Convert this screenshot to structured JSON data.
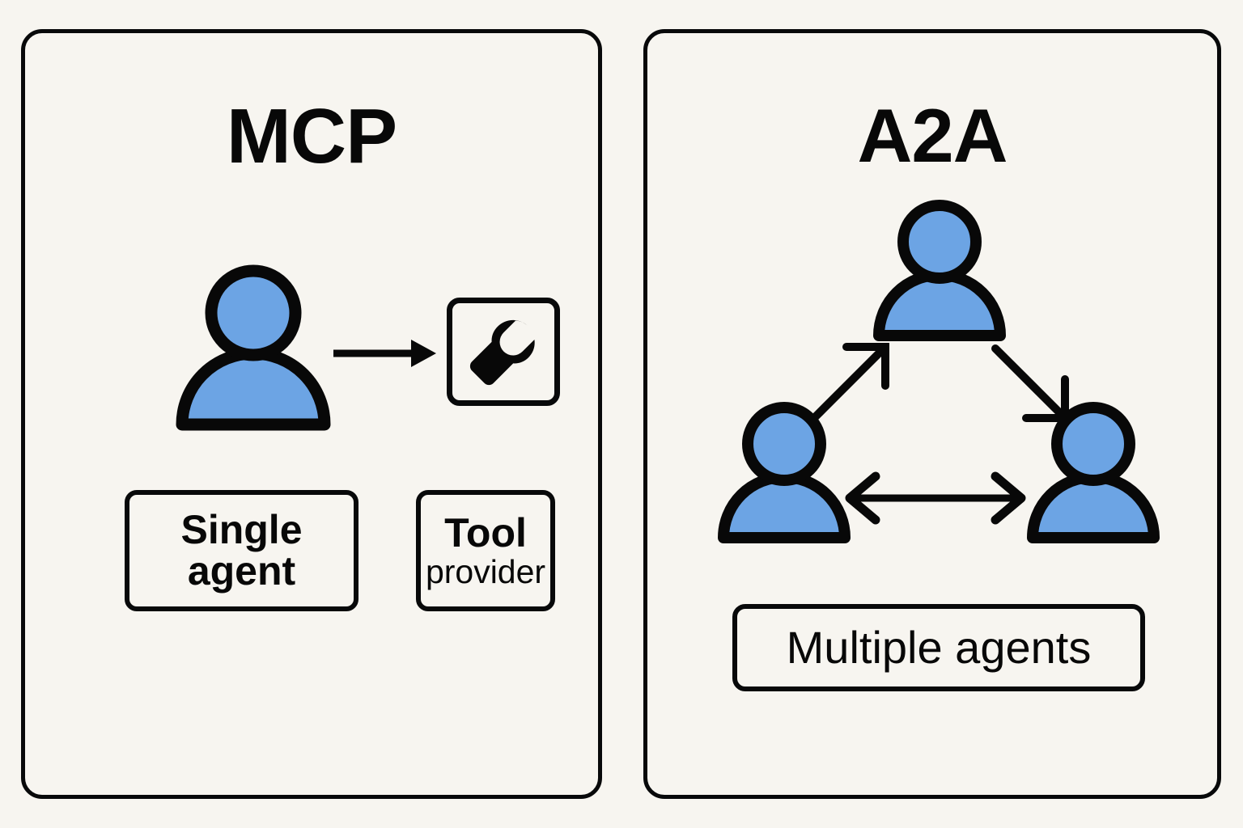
{
  "diagram": {
    "background_color": "#f7f5f0",
    "stroke_color": "#080808",
    "accent_color": "#6ca4e4",
    "panels": [
      {
        "id": "mcp",
        "title": "MCP",
        "agent_icon": "person-icon",
        "tool_icon": "wrench-icon",
        "arrow": "arrow-right-icon",
        "labels": [
          {
            "id": "single-agent",
            "line1": "Single",
            "line2": "agent"
          },
          {
            "id": "tool-provider",
            "line1": "Tool",
            "line2": "provider"
          }
        ]
      },
      {
        "id": "a2a",
        "title": "A2A",
        "agent_icons": [
          "person-icon",
          "person-icon",
          "person-icon"
        ],
        "arrows": [
          "arrow-up-right-icon",
          "arrow-down-right-icon",
          "arrow-left-right-icon"
        ],
        "labels": [
          {
            "id": "multiple-agents",
            "line1": "Multiple agents"
          }
        ]
      }
    ]
  }
}
